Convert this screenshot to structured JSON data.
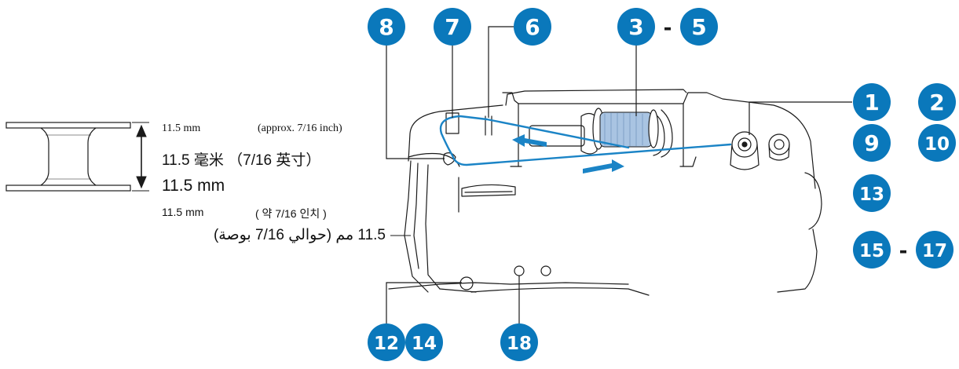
{
  "colors": {
    "badge": "#0a78bb",
    "thread": "#1b84c6",
    "spool_thread": "#a9c4e2",
    "line": "#1a1a1a"
  },
  "callouts": [
    "8",
    "7",
    "6",
    "3",
    "5",
    "1",
    "2",
    "9",
    "10",
    "13",
    "15",
    "17",
    "12",
    "14",
    "18"
  ],
  "range_separator": "-",
  "bobbin_dimensions": {
    "line1_en_size": "11.5 mm",
    "line1_en_approx": "(approx. 7/16 inch)",
    "line2_zh": "11.5 毫米 （7/16 英寸）",
    "line3": "11.5 mm",
    "line4_ko_size": "11.5 mm",
    "line4_ko_approx": "( 약 7/16 인치 )",
    "line5_ar": "11.5 مم  (حوالي 7/16 بوصة)"
  }
}
